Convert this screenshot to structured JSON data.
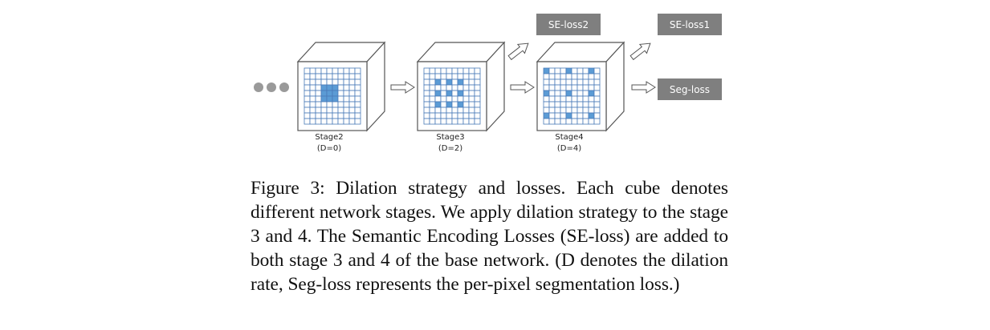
{
  "colors": {
    "cube_outline": "#555555",
    "grid_line": "#4a7ab8",
    "cell_fill": "#ffffff",
    "active_cell": "#5b9bd5",
    "loss_box": "#7f7f7f",
    "loss_text": "#ffffff",
    "dots": "#9a9a9a"
  },
  "icons": {
    "ellipsis": "ellipsis-dots-icon",
    "arrow": "hollow-arrow-icon"
  },
  "diagram": {
    "stages": [
      {
        "name": "Stage2",
        "dilation": "(D=0)",
        "grid_size": 10,
        "pattern": "center-block"
      },
      {
        "name": "Stage3",
        "dilation": "(D=2)",
        "grid_size": 10,
        "pattern": "dilated-2"
      },
      {
        "name": "Stage4",
        "dilation": "(D=4)",
        "grid_size": 10,
        "pattern": "dilated-4"
      }
    ],
    "losses": {
      "se_loss2": "SE-loss2",
      "se_loss1": "SE-loss1",
      "seg_loss": "Seg-loss"
    }
  },
  "caption": {
    "text": "Figure 3: Dilation strategy and losses. Each cube denotes different network stages. We apply dilation strategy to the stage 3 and 4. The Semantic Encoding Losses (SE-loss) are added to both stage 3 and 4 of the base network. (D denotes the dilation rate, Seg-loss represents the per-pixel segmentation loss.)"
  }
}
